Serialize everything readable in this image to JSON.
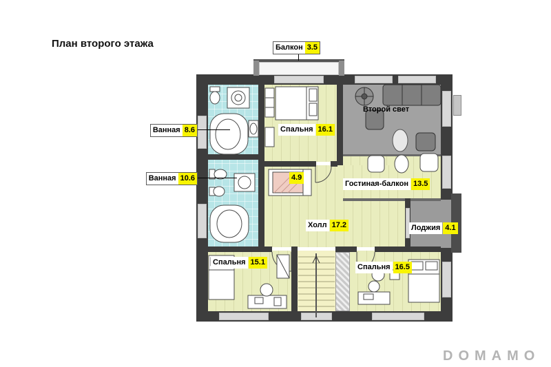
{
  "page": {
    "title": "План второго этажа",
    "watermark": "DOMAMO"
  },
  "colors": {
    "highlight_yellow": "#f8f400",
    "wall_dark": "#3d3d3d",
    "floor_living": "#e9edbe",
    "floor_bath": "#b7e5e7",
    "floor_second_light": "#a2a2a2",
    "floor_stairs": "#f4f2c6",
    "loggia_dark": "#4c4c4c",
    "watermark_gray": "#b4b4b4"
  },
  "rooms": {
    "balcony": {
      "name": "Балкон",
      "area": "3.5"
    },
    "bath_top": {
      "name": "Ванная",
      "area": "8.6"
    },
    "bath_bottom": {
      "name": "Ванная",
      "area": "10.6"
    },
    "bedroom_top": {
      "name": "Спальня",
      "area": "16.1"
    },
    "second_light": {
      "name": "Второй свет"
    },
    "wardrobe": {
      "area": "4.9"
    },
    "living_balcony": {
      "name": "Гостиная-балкон",
      "area": "13.5"
    },
    "hall": {
      "name": "Холл",
      "area": "17.2"
    },
    "loggia": {
      "name": "Лоджия",
      "area": "4.1"
    },
    "bedroom_left": {
      "name": "Спальня",
      "area": "15.1"
    },
    "bedroom_right": {
      "name": "Спальня",
      "area": "16.5"
    }
  }
}
